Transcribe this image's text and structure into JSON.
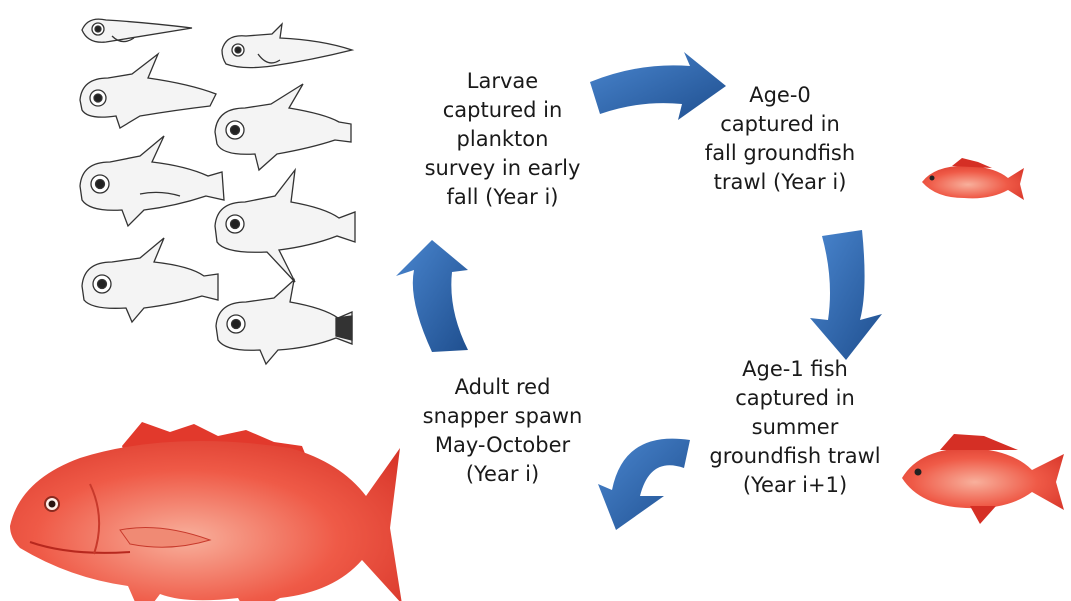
{
  "stages": {
    "larvae": {
      "lines": [
        "Larvae",
        "captured in",
        "plankton",
        "survey in early",
        "fall (Year i)"
      ]
    },
    "age0": {
      "lines": [
        "Age-0",
        "captured in",
        "fall groundfish",
        "trawl (Year i)"
      ]
    },
    "age1": {
      "lines": [
        "Age-1 fish",
        "captured in",
        "summer",
        "groundfish trawl",
        "(Year i+1)"
      ]
    },
    "adult": {
      "lines": [
        "Adult red",
        "snapper spawn",
        "May-October",
        "(Year i)"
      ]
    }
  },
  "colors": {
    "arrow": "#2f6fb9",
    "arrow_dark": "#1f4f8f",
    "fish_body": "#ee4a3b",
    "fish_light": "#f7a08e",
    "fin": "#d52f25",
    "larva_ink": "#333333"
  },
  "icons": {
    "larvae_panel": "larval-fish-drawings",
    "small_fish_1": "red-snapper-fish-icon",
    "small_fish_2": "red-snapper-fish-icon",
    "large_fish": "red-snapper-adult-fish-icon",
    "arrows": "curved-cycle-arrow-icon"
  }
}
